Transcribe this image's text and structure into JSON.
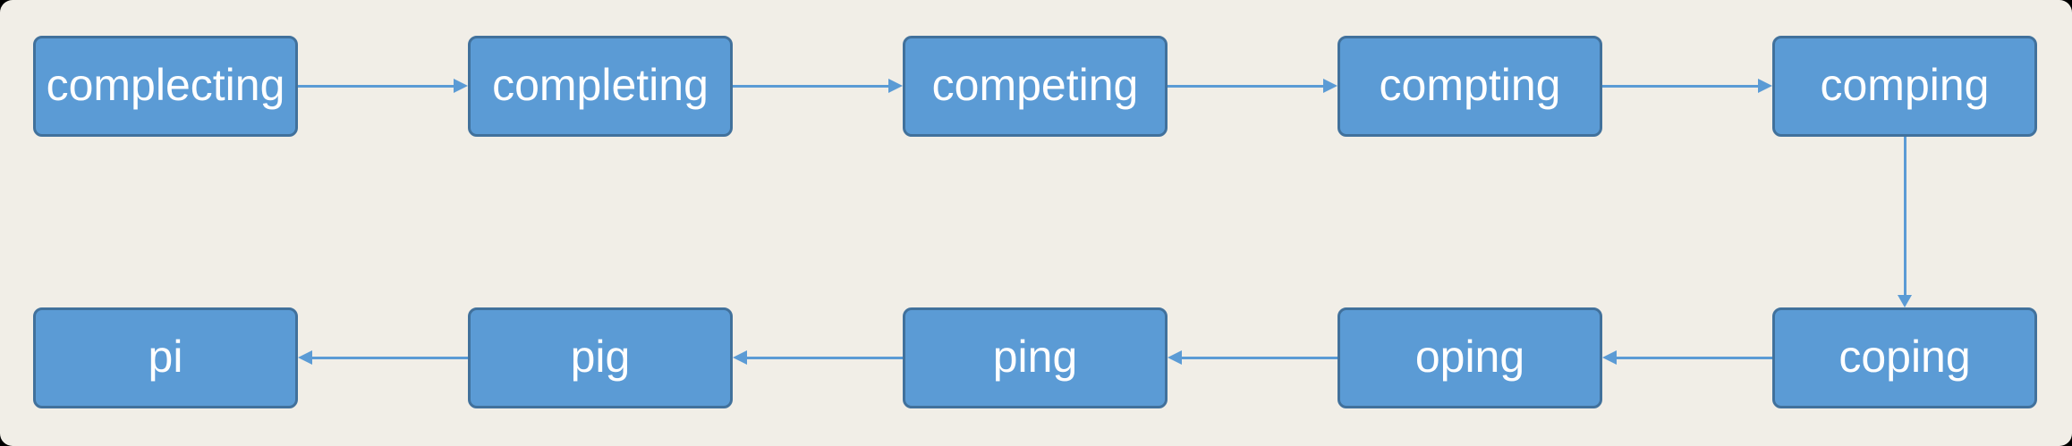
{
  "colors": {
    "canvas_background": "#f1eee7",
    "outside_background": "#000000",
    "node_fill": "#5b9bd5",
    "node_border": "#41719c",
    "arrow": "#5b9bd5",
    "node_text": "#ffffff"
  },
  "flowchart": {
    "top_row": [
      "complecting",
      "completing",
      "competing",
      "compting",
      "comping"
    ],
    "bottom_row": [
      "pi",
      "pig",
      "ping",
      "oping",
      "coping"
    ]
  }
}
